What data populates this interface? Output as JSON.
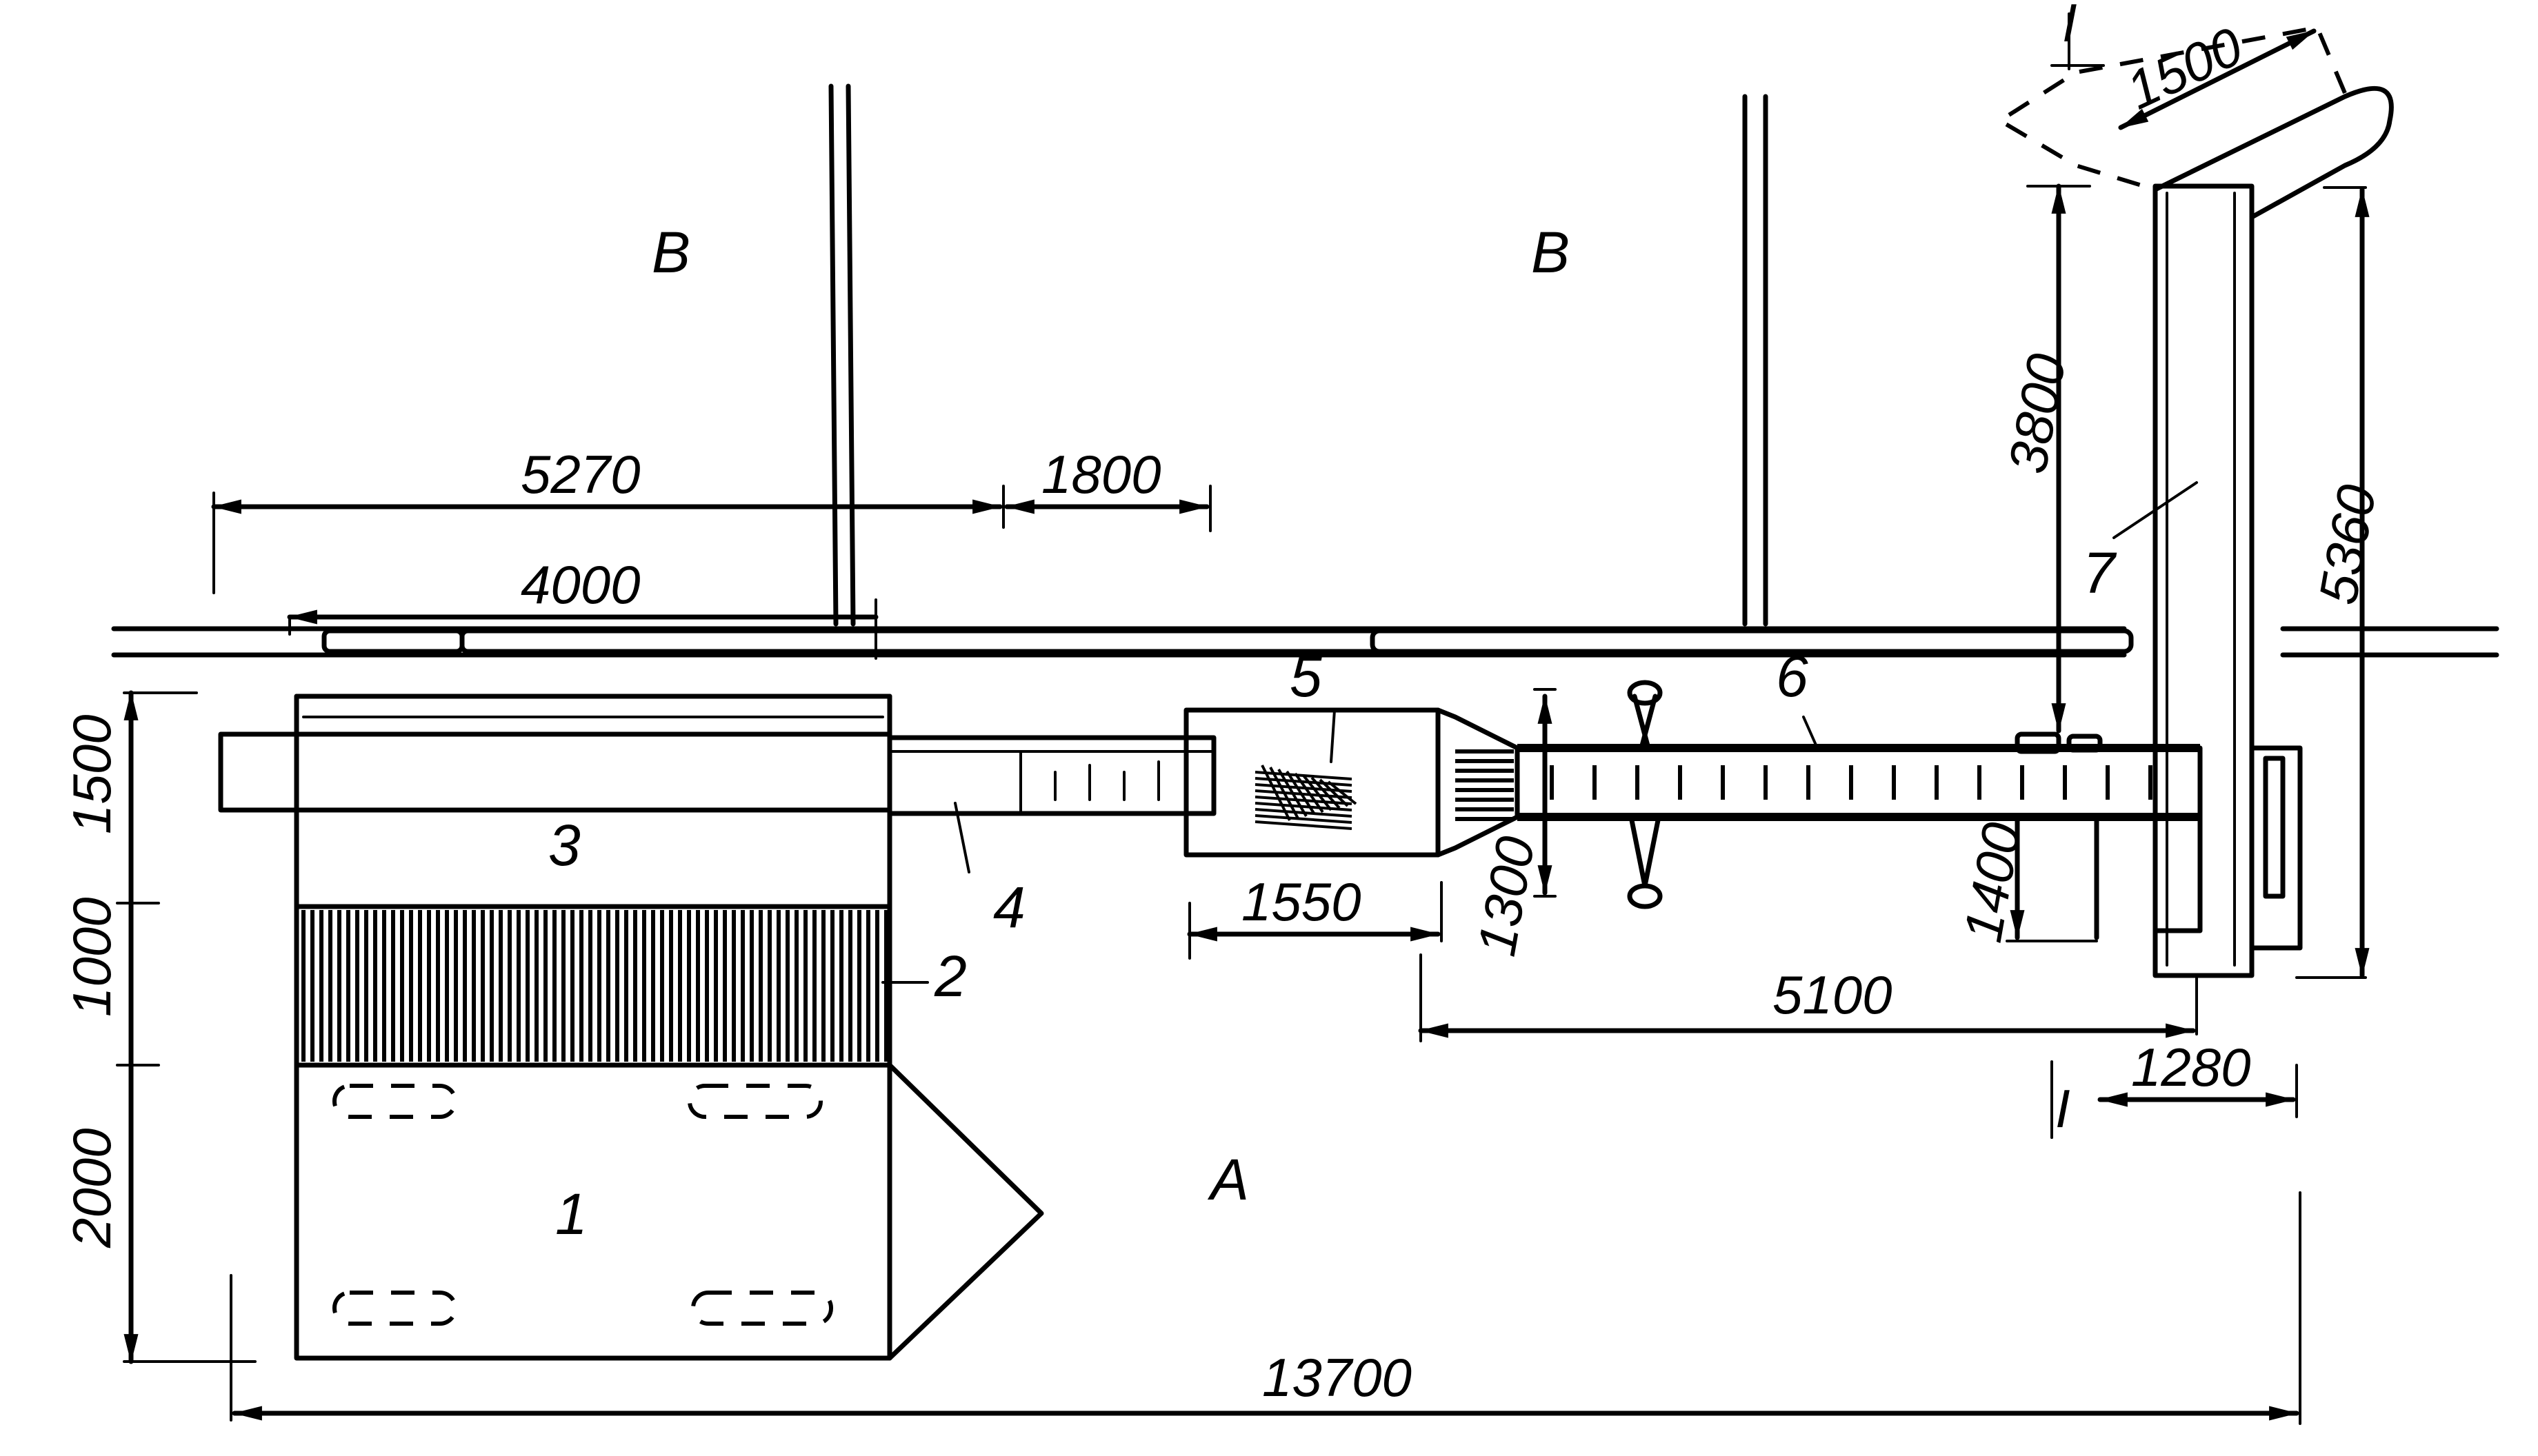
{
  "zones": {
    "b_left": "B",
    "b_right": "B",
    "a": "A"
  },
  "components": {
    "c1": "1",
    "c2": "2",
    "c3": "3",
    "c4": "4",
    "c5": "5",
    "c6": "6",
    "c7": "7"
  },
  "dimensions": {
    "d5270": "5270",
    "d1800": "1800",
    "d4000": "4000",
    "d1500_left": "1500",
    "d1000": "1000",
    "d2000": "2000",
    "d1550": "1550",
    "d1300": "1300",
    "d5100": "5100",
    "d1400": "1400",
    "d1280": "1280",
    "d3800": "3800",
    "d5360": "5360",
    "d1500_top": "1500",
    "d13700": "13700"
  },
  "section_marks": {
    "top": "I",
    "bottom": "I"
  }
}
